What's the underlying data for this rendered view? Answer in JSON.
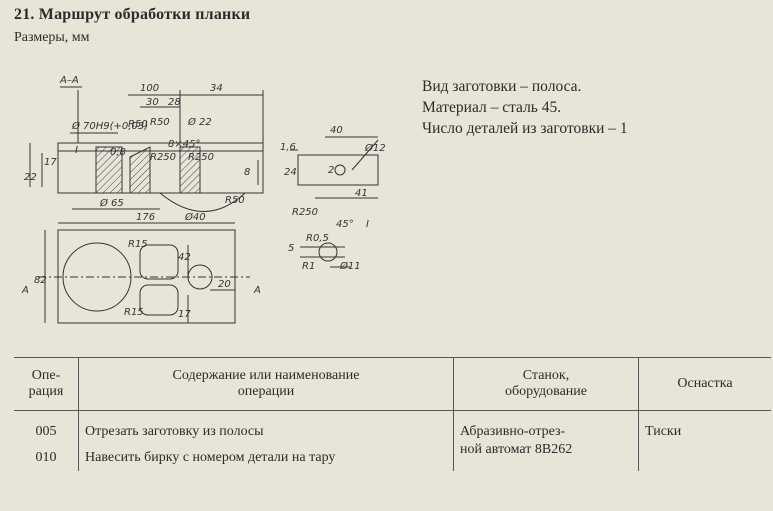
{
  "title": "21. Маршрут обработки планки",
  "subtitle": "Размеры, мм",
  "info": {
    "line1": "Вид заготовки – полоса.",
    "line2": "Материал – сталь 45.",
    "line3": "Число деталей из заготовки – 1"
  },
  "drawing": {
    "section_label": "А–А",
    "dims": {
      "d100": "100",
      "d34": "34",
      "d30": "30",
      "d28": "28",
      "d70": "Ø 70H9(+0,03)",
      "r50a": "R50",
      "r50b": "R50",
      "d22": "Ø 22",
      "d08": "0,8",
      "r250a": "R250",
      "r250b": "R250",
      "d845": "8×45°",
      "d17": "17",
      "d22h": "22",
      "d65": "Ø 65",
      "d40": "Ø40",
      "d8": "8",
      "r50c": "R50",
      "l1": "I",
      "d16": "1,6",
      "d40t": "40",
      "d12": "Ø12",
      "d24": "24",
      "d2": "2",
      "d41": "41",
      "r250c": "R250",
      "d176": "176",
      "d82": "82",
      "r15a": "R15",
      "d42": "42",
      "r15b": "R15",
      "d20": "20",
      "d17b": "17",
      "a1": "А",
      "a2": "А",
      "r05": "R0,5",
      "d45": "45°",
      "l2": "I",
      "d5": "5",
      "r1": "R1",
      "d11": "Ø11"
    }
  },
  "table": {
    "headers": {
      "op": "Опе-\nрация",
      "content": "Содержание или наименование\nоперации",
      "machine": "Станок,\nоборудование",
      "tooling": "Оснастка"
    },
    "rows": [
      {
        "op": "005",
        "content": "Отрезать заготовку из полосы",
        "machine": "Абразивно-отрез-\nной автомат 8В262",
        "tooling": "Тиски"
      },
      {
        "op": "010",
        "content": "Навесить бирку с номером детали на тару",
        "machine": "",
        "tooling": ""
      }
    ]
  }
}
